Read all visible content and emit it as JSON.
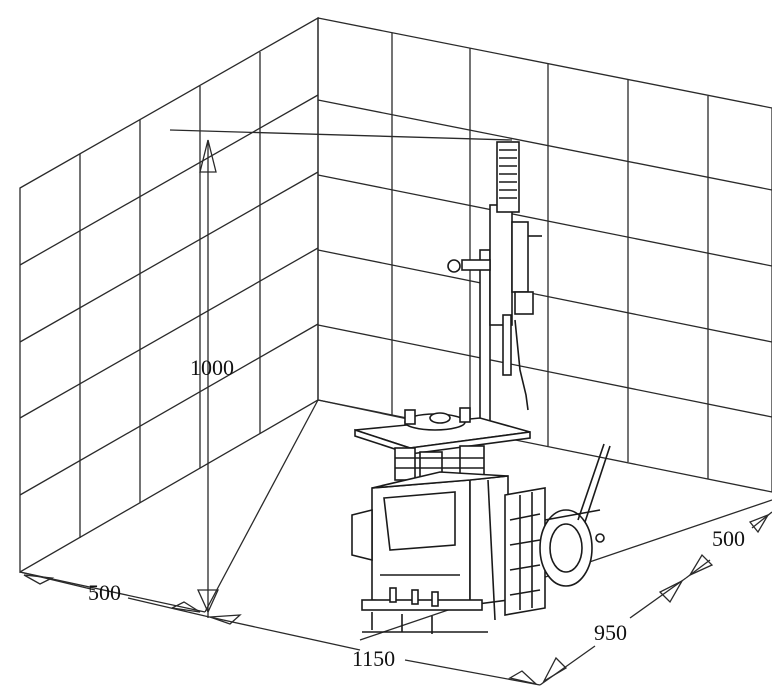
{
  "diagram": {
    "dimensions": {
      "height": "1000",
      "left_depth": "500",
      "front_width": "1150",
      "right_depth": "950",
      "right_offset": "500"
    },
    "colors": {
      "line": "#222222",
      "background": "#ffffff"
    }
  }
}
